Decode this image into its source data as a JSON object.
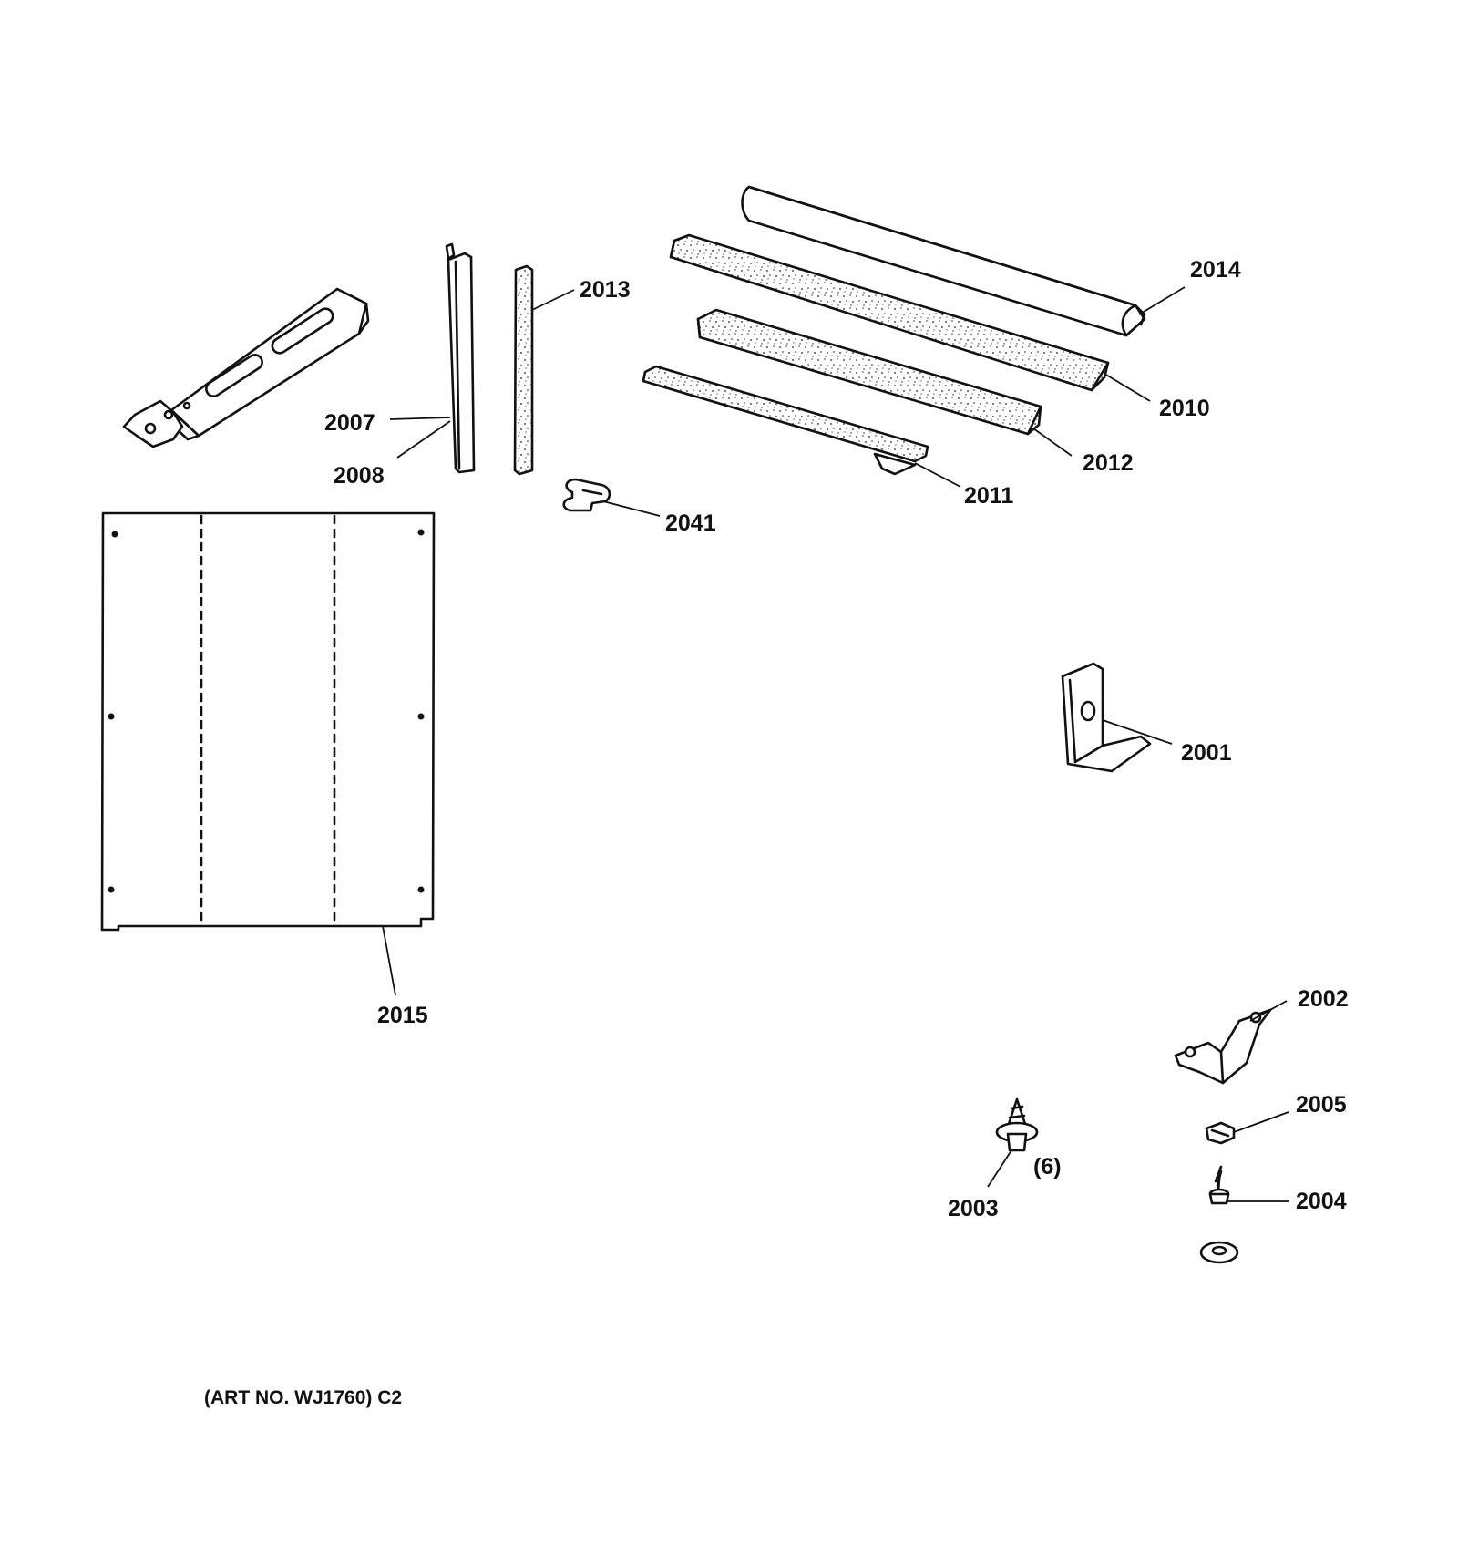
{
  "diagram": {
    "parts": [
      {
        "id": "2014",
        "label": "2014"
      },
      {
        "id": "2013",
        "label": "2013"
      },
      {
        "id": "2007",
        "label": "2007"
      },
      {
        "id": "2008",
        "label": "2008"
      },
      {
        "id": "2010",
        "label": "2010"
      },
      {
        "id": "2012",
        "label": "2012"
      },
      {
        "id": "2011",
        "label": "2011"
      },
      {
        "id": "2041",
        "label": "2041"
      },
      {
        "id": "2001",
        "label": "2001"
      },
      {
        "id": "2015",
        "label": "2015"
      },
      {
        "id": "2002",
        "label": "2002"
      },
      {
        "id": "2005",
        "label": "2005"
      },
      {
        "id": "2003",
        "label": "2003"
      },
      {
        "id": "2004",
        "label": "2004"
      }
    ],
    "quantity_note": "(6)",
    "art_number": "(ART NO. WJ1760) C2"
  }
}
